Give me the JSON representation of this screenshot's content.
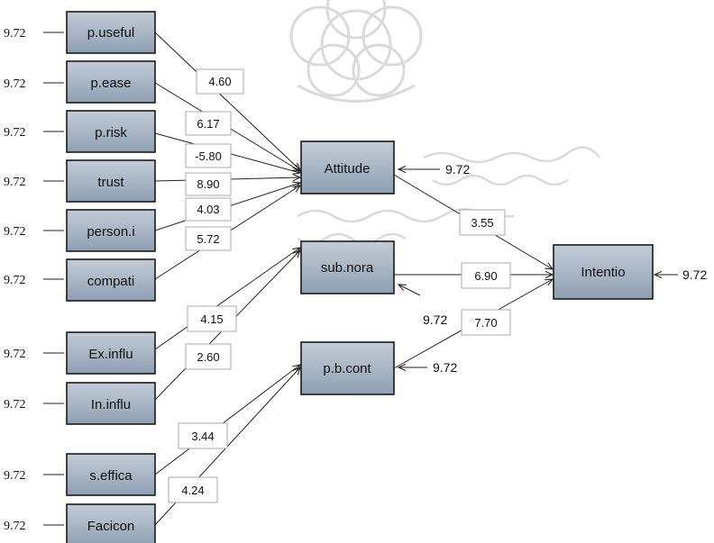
{
  "nodes": {
    "p_useful": "p.useful",
    "p_ease": "p.ease",
    "p_risk": "p.risk",
    "trust": "trust",
    "person_i": "person.i",
    "compati": "compati",
    "ex_influ": "Ex.influ",
    "in_influ": "In.influ",
    "s_effica": "s.effica",
    "facicon": "Facicon",
    "attitude": "Attitude",
    "sub_nora": "sub.nora",
    "p_b_cont": "p.b.cont",
    "intentio": "Intentio"
  },
  "errors": {
    "p_useful": "9.72",
    "p_ease": "9.72",
    "p_risk": "9.72",
    "trust": "9.72",
    "person_i": "9.72",
    "compati": "9.72",
    "ex_influ": "9.72",
    "in_influ": "9.72",
    "s_effica": "9.72",
    "facicon": "9.72",
    "attitude": "9.72",
    "sub_nora": "9.72",
    "p_b_cont": "9.72",
    "intentio": "9.72"
  },
  "paths": {
    "p_useful_attitude": "4.60",
    "p_ease_attitude": "6.17",
    "p_risk_attitude": "-5.80",
    "trust_attitude": "8.90",
    "person_i_attitude": "4.03",
    "compati_attitude": "5.72",
    "ex_influ_sub_nora": "4.15",
    "in_influ_sub_nora": "2.60",
    "s_effica_p_b_cont": "3.44",
    "facicon_p_b_cont": "4.24",
    "attitude_intentio": "3.55",
    "sub_nora_intentio": "6.90",
    "p_b_cont_intentio": "7.70"
  },
  "colors": {
    "node_fill_top": "#bcc6d2",
    "node_fill_bottom": "#8c9db0",
    "node_border": "#1a1a1a",
    "watermark": "#d4d4d4"
  }
}
